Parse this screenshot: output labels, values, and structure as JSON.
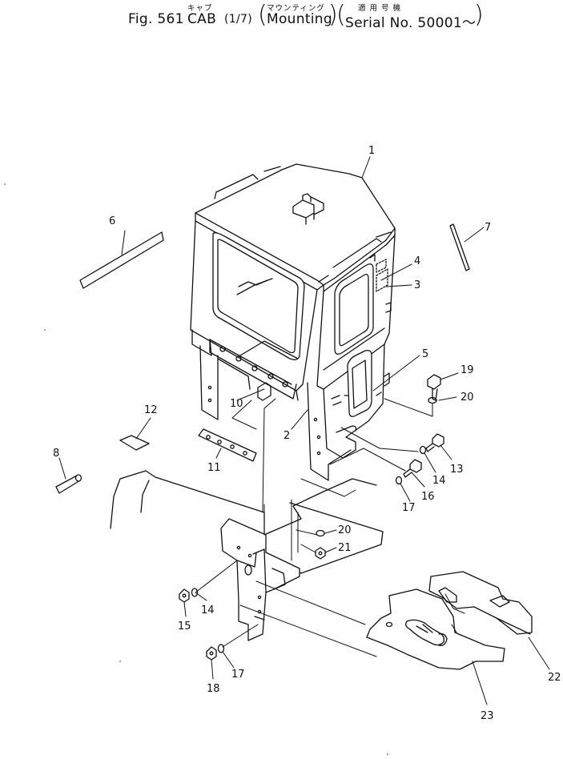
{
  "title": {
    "fig_no": "Fig. 561",
    "name": "CAB",
    "name_kana": "キャブ",
    "part": "(1/7)",
    "sub": "Mounting",
    "sub_kana": "マウンティング",
    "applic": "Serial No. 50001～",
    "applic_kana": "適 用 号 機"
  },
  "callouts": [
    "1",
    "2",
    "3",
    "4",
    "5",
    "6",
    "7",
    "8",
    "10",
    "11",
    "12",
    "13",
    "14",
    "14",
    "15",
    "16",
    "17",
    "17",
    "18",
    "19",
    "20",
    "20",
    "21",
    "22",
    "23"
  ]
}
